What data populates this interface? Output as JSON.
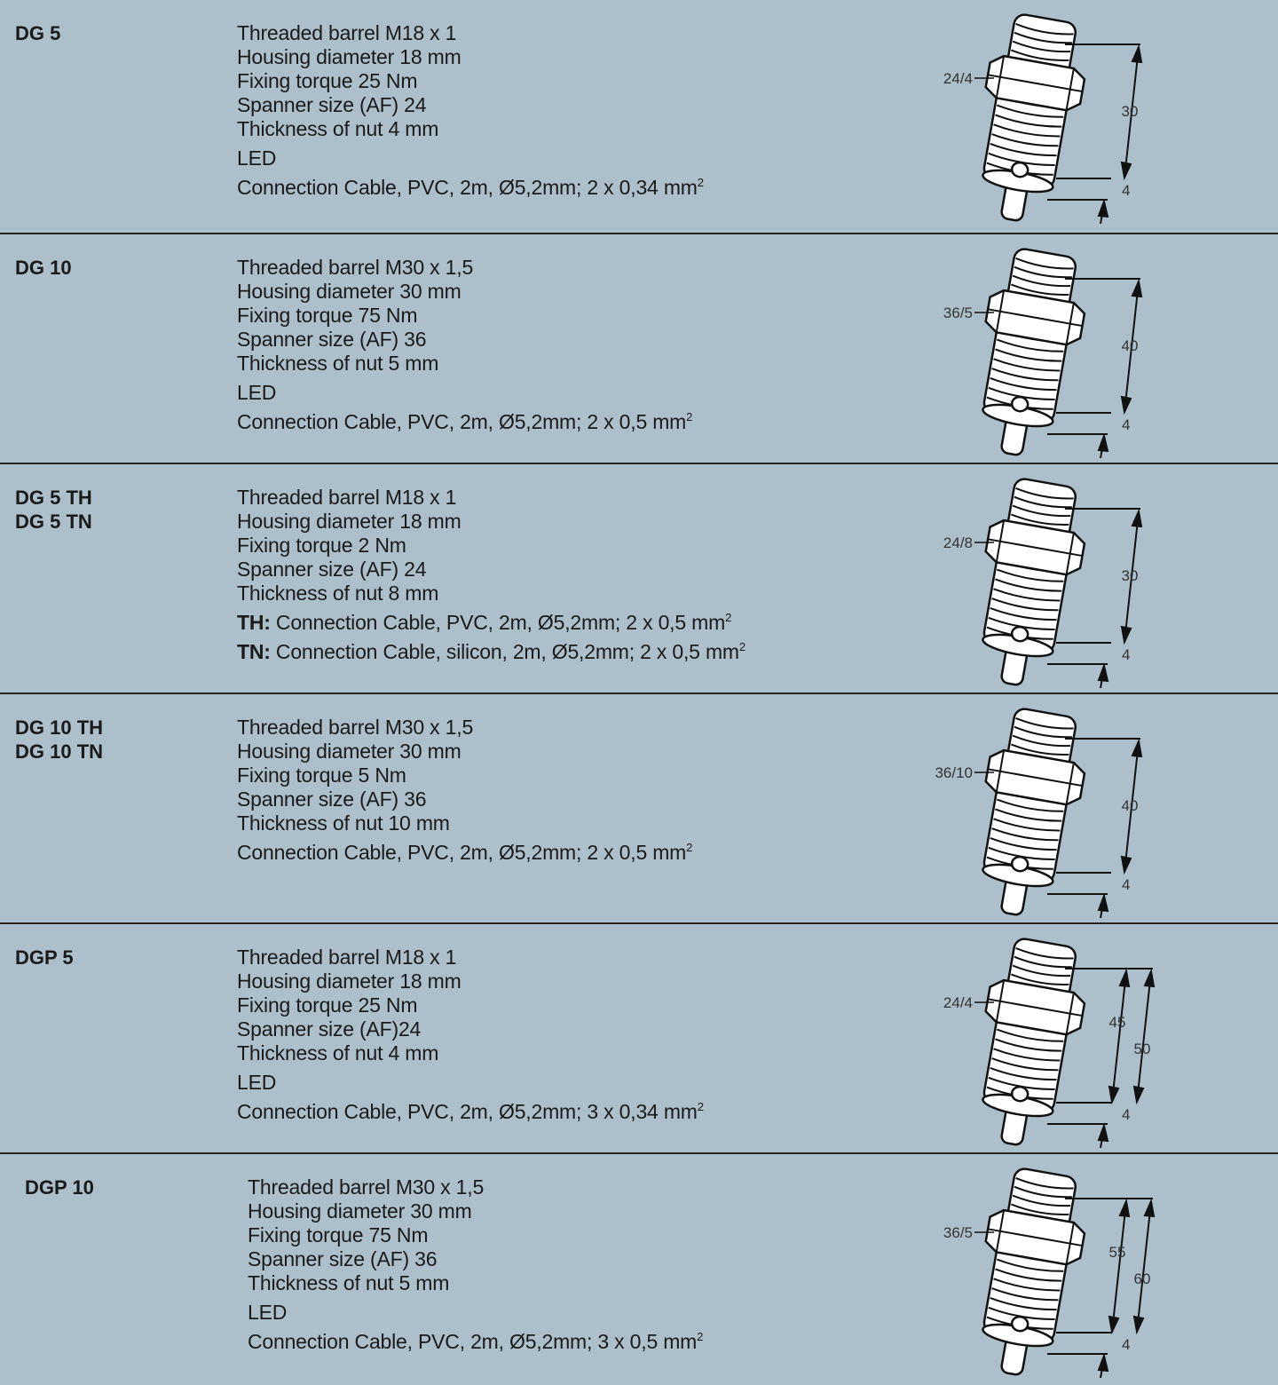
{
  "rows": [
    {
      "names": [
        "DG 5"
      ],
      "specs": [
        "Threaded barrel M18 x 1",
        "Housing diameter 18 mm",
        "Fixing torque 25 Nm",
        "Spanner size (AF) 24",
        "Thickness of nut 4 mm"
      ],
      "extras": [
        {
          "prefix": "",
          "text": "LED",
          "sup": ""
        },
        {
          "prefix": "",
          "text": "Connection Cable, PVC, 2m, Ø5,2mm; 2 x 0,34 mm",
          "sup": "2"
        }
      ],
      "drawing": {
        "nut_label": "24/4",
        "dims": [
          "30",
          "4"
        ]
      }
    },
    {
      "names": [
        "DG 10"
      ],
      "specs": [
        "Threaded barrel M30 x 1,5",
        "Housing diameter 30 mm",
        "Fixing torque 75 Nm",
        "Spanner size (AF) 36",
        "Thickness of nut 5 mm"
      ],
      "extras": [
        {
          "prefix": "",
          "text": "LED",
          "sup": ""
        },
        {
          "prefix": "",
          "text": "Connection Cable, PVC, 2m, Ø5,2mm; 2 x 0,5 mm",
          "sup": "2"
        }
      ],
      "drawing": {
        "nut_label": "36/5",
        "dims": [
          "40",
          "4"
        ]
      }
    },
    {
      "names": [
        "DG 5 TH",
        "DG 5 TN"
      ],
      "specs": [
        "Threaded barrel M18 x 1",
        "Housing diameter 18 mm",
        "Fixing torque 2 Nm",
        "Spanner size (AF) 24",
        "Thickness of nut 8 mm"
      ],
      "extras": [
        {
          "prefix": "TH:",
          "text": " Connection Cable, PVC, 2m, Ø5,2mm; 2 x 0,5 mm",
          "sup": "2"
        },
        {
          "prefix": "TN:",
          "text": " Connection Cable, silicon, 2m, Ø5,2mm; 2 x 0,5 mm",
          "sup": "2"
        }
      ],
      "drawing": {
        "nut_label": "24/8",
        "dims": [
          "30",
          "4"
        ]
      }
    },
    {
      "names": [
        "DG 10 TH",
        "DG 10 TN"
      ],
      "specs": [
        "Threaded barrel M30 x 1,5",
        "Housing diameter 30 mm",
        "Fixing torque 5 Nm",
        "Spanner size (AF) 36",
        "Thickness of nut 10 mm"
      ],
      "extras": [
        {
          "prefix": "",
          "text": "Connection Cable, PVC, 2m, Ø5,2mm; 2 x 0,5 mm",
          "sup": "2"
        }
      ],
      "drawing": {
        "nut_label": "36/10",
        "dims": [
          "40",
          "4"
        ]
      }
    },
    {
      "names": [
        "DGP 5"
      ],
      "specs": [
        "Threaded barrel M18 x 1",
        "Housing diameter 18 mm",
        "Fixing torque 25 Nm",
        "Spanner size (AF)24",
        "Thickness of nut 4 mm"
      ],
      "extras": [
        {
          "prefix": "",
          "text": "LED",
          "sup": ""
        },
        {
          "prefix": "",
          "text": "Connection Cable, PVC, 2m, Ø5,2mm; 3 x 0,34 mm",
          "sup": "2"
        }
      ],
      "drawing": {
        "nut_label": "24/4",
        "dims": [
          "45",
          "50",
          "4"
        ]
      }
    },
    {
      "names": [
        "DGP 10"
      ],
      "specs": [
        "Threaded barrel M30 x 1,5",
        "Housing diameter 30 mm",
        "Fixing torque 75 Nm",
        "Spanner size (AF) 36",
        "Thickness of nut 5 mm"
      ],
      "extras": [
        {
          "prefix": "",
          "text": "LED",
          "sup": ""
        },
        {
          "prefix": "",
          "text": "Connection Cable, PVC, 2m, Ø5,2mm; 3 x 0,5 mm",
          "sup": "2"
        }
      ],
      "drawing": {
        "nut_label": "36/5",
        "dims": [
          "55",
          "60",
          "4"
        ]
      }
    }
  ]
}
